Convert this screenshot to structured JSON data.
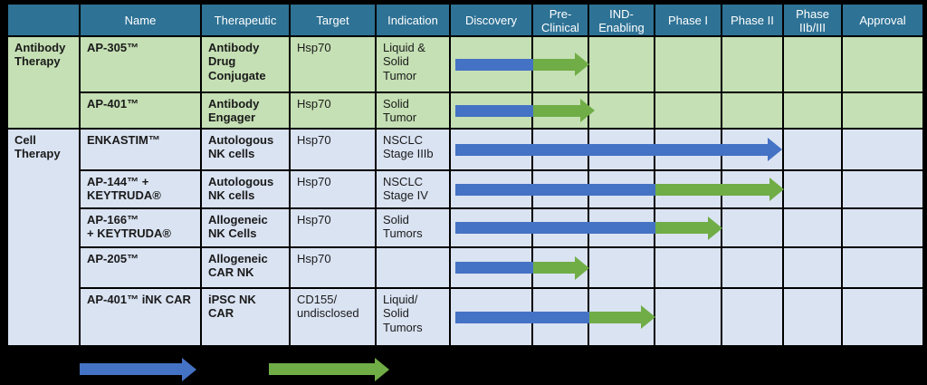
{
  "colors": {
    "page_bg": "#000000",
    "header_bg": "#2E7295",
    "header_text": "#FFFFFF",
    "antibody_row_bg": "#C5E0B4",
    "cell_row_bg": "#DAE3F2",
    "arrow_blue": "#4472C4",
    "arrow_green": "#70AD47",
    "grid_line": "#000000"
  },
  "table": {
    "header": {
      "group": "",
      "name": "Name",
      "therapeutic": "Therapeutic",
      "target": "Target",
      "indication": "Indication",
      "phases": [
        "Discovery",
        "Pre-\nClinical",
        "IND-\nEnabling",
        "Phase I",
        "Phase II",
        "Phase\nIIb/III",
        "Approval"
      ]
    },
    "groups": [
      {
        "id": "antibody",
        "label": "Antibody\nTherapy",
        "row_count": 2
      },
      {
        "id": "cell",
        "label": "Cell\nTherapy",
        "row_count": 5
      }
    ],
    "rows": [
      {
        "group": "antibody",
        "name": "AP-305™",
        "therapeutic": "Antibody\nDrug\nConjugate",
        "target": "Hsp70",
        "indication": "Liquid &\nSolid\nTumor",
        "segments": [
          {
            "color": "blue",
            "from": 0.06,
            "to": 1.0,
            "head": false
          },
          {
            "color": "green",
            "from": 1.0,
            "to": 2.0,
            "head": true
          }
        ]
      },
      {
        "group": "antibody",
        "name": "AP-401™",
        "therapeutic": "Antibody\nEngager",
        "target": "Hsp70",
        "indication": "Solid\nTumor",
        "segments": [
          {
            "color": "blue",
            "from": 0.06,
            "to": 1.0,
            "head": false
          },
          {
            "color": "green",
            "from": 1.0,
            "to": 2.08,
            "head": true
          }
        ]
      },
      {
        "group": "cell",
        "name": "ENKASTIM™",
        "therapeutic": "Autologous\nNK cells",
        "target": "Hsp70",
        "indication": "NSCLC\nStage IIIb",
        "segments": [
          {
            "color": "blue",
            "from": 0.06,
            "to": 4.97,
            "head": true
          }
        ]
      },
      {
        "group": "cell",
        "name": "AP-144™ +\nKEYTRUDA®",
        "therapeutic": "Autologous\nNK cells",
        "target": "Hsp70",
        "indication": "NSCLC\nStage IV",
        "segments": [
          {
            "color": "blue",
            "from": 0.06,
            "to": 3.0,
            "head": false
          },
          {
            "color": "green",
            "from": 3.0,
            "to": 5.0,
            "head": true
          }
        ]
      },
      {
        "group": "cell",
        "name": "AP-166™\n+ KEYTRUDA®",
        "therapeutic": "Allogeneic\nNK Cells",
        "target": "Hsp70",
        "indication": "Solid\nTumors",
        "segments": [
          {
            "color": "blue",
            "from": 0.06,
            "to": 3.0,
            "head": false
          },
          {
            "color": "green",
            "from": 3.0,
            "to": 4.0,
            "head": true
          }
        ]
      },
      {
        "group": "cell",
        "name": "AP-205™",
        "therapeutic": "Allogeneic\nCAR NK",
        "target": "Hsp70",
        "indication": "",
        "segments": [
          {
            "color": "blue",
            "from": 0.06,
            "to": 1.0,
            "head": false
          },
          {
            "color": "green",
            "from": 1.0,
            "to": 2.0,
            "head": true
          }
        ]
      },
      {
        "group": "cell",
        "name": "AP-401™ iNK CAR",
        "therapeutic": "iPSC NK\nCAR",
        "target": "CD155/\nundisclosed",
        "indication": "Liquid/\nSolid\nTumors",
        "segments": [
          {
            "color": "blue",
            "from": 0.06,
            "to": 2.0,
            "head": false
          },
          {
            "color": "green",
            "from": 2.0,
            "to": 3.0,
            "head": true
          }
        ]
      }
    ]
  },
  "legend": {
    "items": [
      {
        "shape": "arrow",
        "color_key": "arrow_blue"
      },
      {
        "shape": "arrow",
        "color_key": "arrow_green"
      }
    ]
  }
}
